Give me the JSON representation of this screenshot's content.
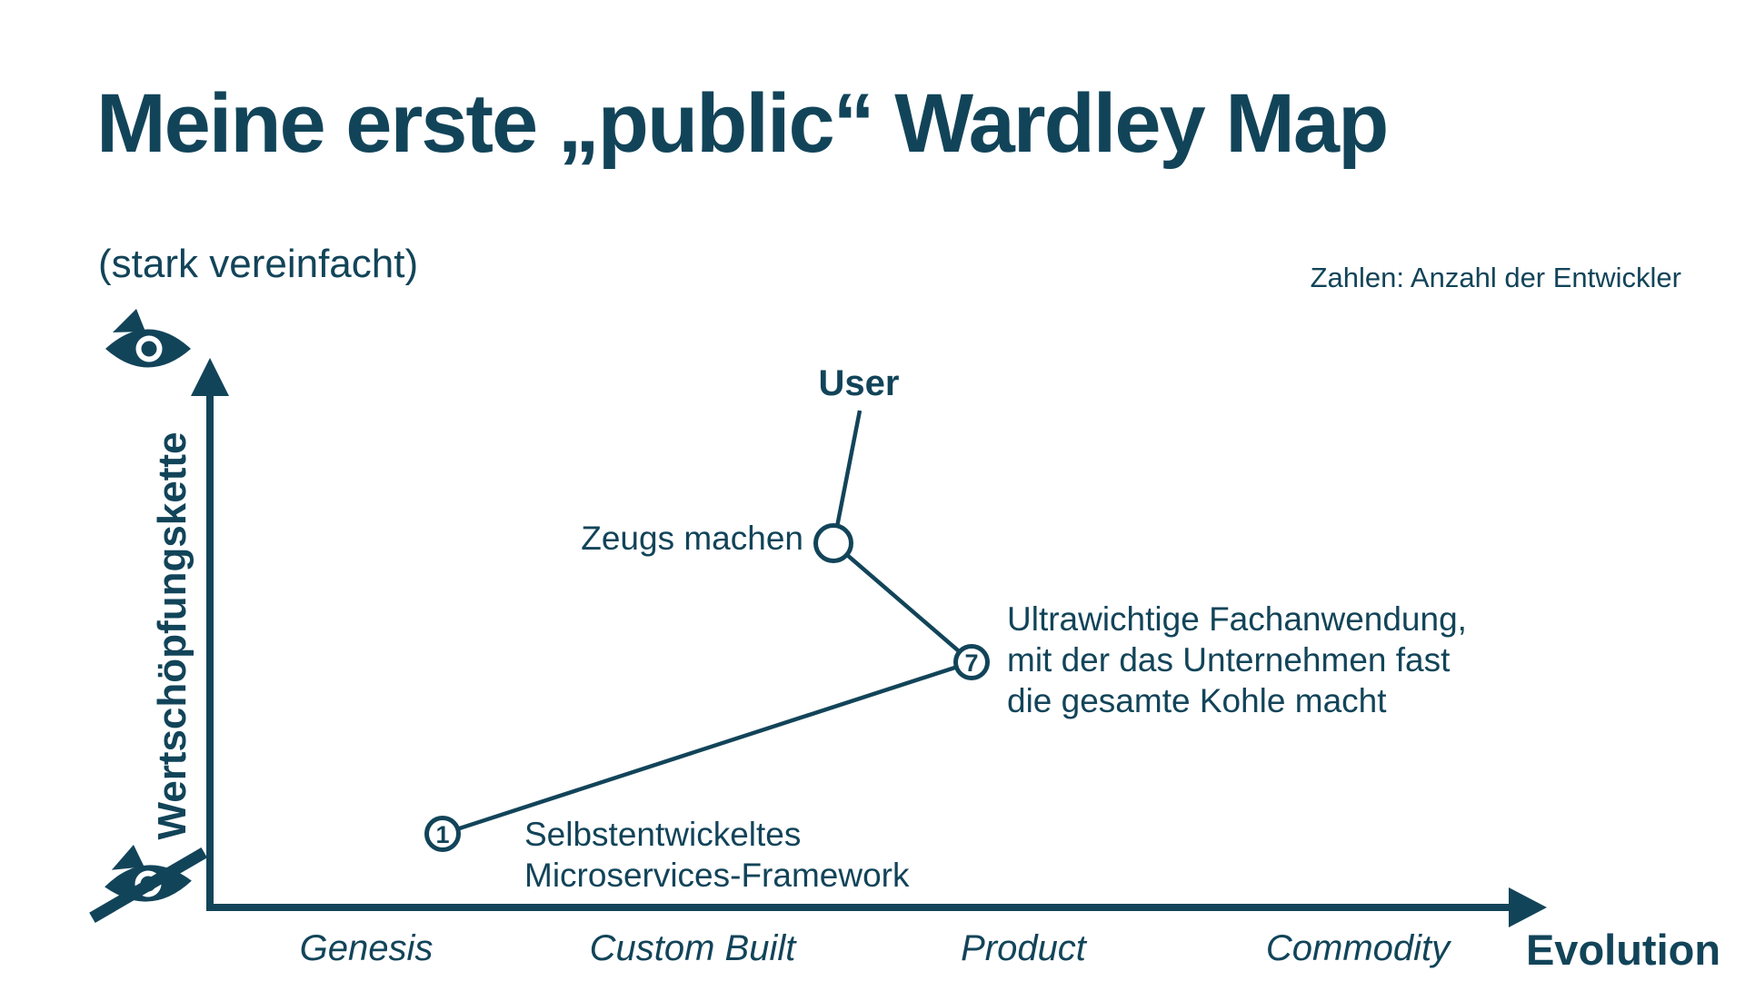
{
  "colors": {
    "ink": "#124459",
    "background": "#ffffff"
  },
  "header": {
    "title": "Meine erste „public“ Wardley Map",
    "subtitle": "(stark vereinfacht)",
    "legend_note": "Zahlen: Anzahl der Entwickler"
  },
  "y_axis": {
    "label": "Wertschöpfungskette",
    "top_icon": "visible-eye-icon",
    "bottom_icon": "hidden-eye-icon"
  },
  "x_axis": {
    "label": "Evolution",
    "stages": [
      "Genesis",
      "Custom Built",
      "Product",
      "Commodity"
    ]
  },
  "map": {
    "nodes": [
      {
        "id": "user",
        "label": "User"
      },
      {
        "id": "zeugs-machen",
        "label": "Zeugs machen"
      },
      {
        "id": "fachanwendung",
        "developer_count": "7",
        "label_lines": [
          "Ultrawichtige Fachanwendung,",
          "mit der das Unternehmen fast",
          "die gesamte Kohle macht"
        ]
      },
      {
        "id": "microservices-framework",
        "developer_count": "1",
        "label_lines": [
          "Selbstentwickeltes",
          "Microservices-Framework"
        ]
      }
    ],
    "edges": [
      {
        "from": "user",
        "to": "zeugs-machen"
      },
      {
        "from": "zeugs-machen",
        "to": "fachanwendung"
      },
      {
        "from": "fachanwendung",
        "to": "microservices-framework"
      }
    ]
  }
}
